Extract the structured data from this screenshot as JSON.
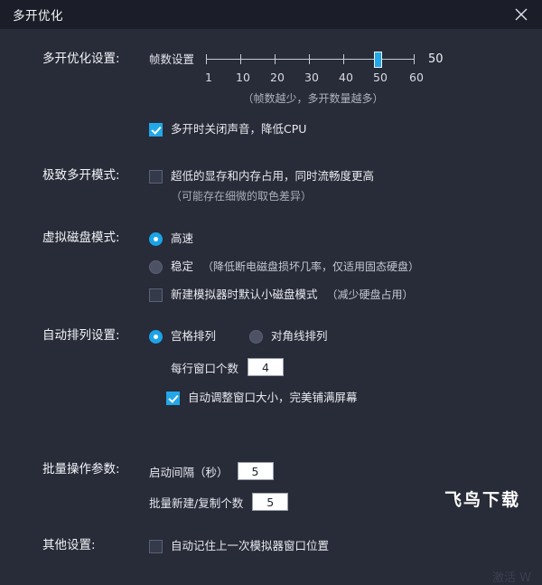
{
  "window": {
    "title": "多开优化",
    "close_icon": "close-icon"
  },
  "sections": {
    "multi_open": {
      "label": "多开优化设置:",
      "slider": {
        "label": "帧数设置",
        "value": "50",
        "min": 1,
        "max": 60,
        "ticks": [
          "1",
          "10",
          "20",
          "30",
          "40",
          "50",
          "60"
        ],
        "hint": "（帧数越少，多开数量越多）"
      },
      "mute_checkbox": {
        "label": "多开时关闭声音，降低CPU",
        "checked": true
      }
    },
    "extreme_mode": {
      "label": "极致多开模式:",
      "checkbox": {
        "label": "超低的显存和内存占用，同时流畅度更高",
        "checked": false
      },
      "hint": "（可能存在细微的取色差异）"
    },
    "virtual_disk": {
      "label": "虚拟磁盘模式:",
      "radio_fast": {
        "label": "高速",
        "selected": true
      },
      "radio_stable": {
        "label": "稳定",
        "note": "（降低断电磁盘损坏几率，仅适用固态硬盘）",
        "selected": false
      },
      "small_disk_checkbox": {
        "label": "新建模拟器时默认小磁盘模式",
        "note": "（减少硬盘占用）",
        "checked": false
      }
    },
    "auto_arrange": {
      "label": "自动排列设置:",
      "radio_grid": {
        "label": "宫格排列",
        "selected": true
      },
      "radio_diagonal": {
        "label": "对角线排列",
        "selected": false
      },
      "per_row": {
        "label": "每行窗口个数",
        "value": "4"
      },
      "auto_resize_checkbox": {
        "label": "自动调整窗口大小，完美铺满屏幕",
        "checked": true
      }
    },
    "batch_params": {
      "label": "批量操作参数:",
      "start_interval": {
        "label": "启动间隔（秒）",
        "value": "5"
      },
      "batch_count": {
        "label": "批量新建/复制个数",
        "value": "5"
      }
    },
    "other_settings": {
      "label": "其他设置:",
      "remember_position_checkbox": {
        "label": "自动记住上一次模拟器窗口位置",
        "checked": false
      }
    }
  },
  "watermarks": {
    "site": "飞鸟下载",
    "activate": "激活 W"
  },
  "colors": {
    "accent": "#22a7e8",
    "titlebar_bg": "#1b1e28",
    "body_bg": "#282b38"
  }
}
